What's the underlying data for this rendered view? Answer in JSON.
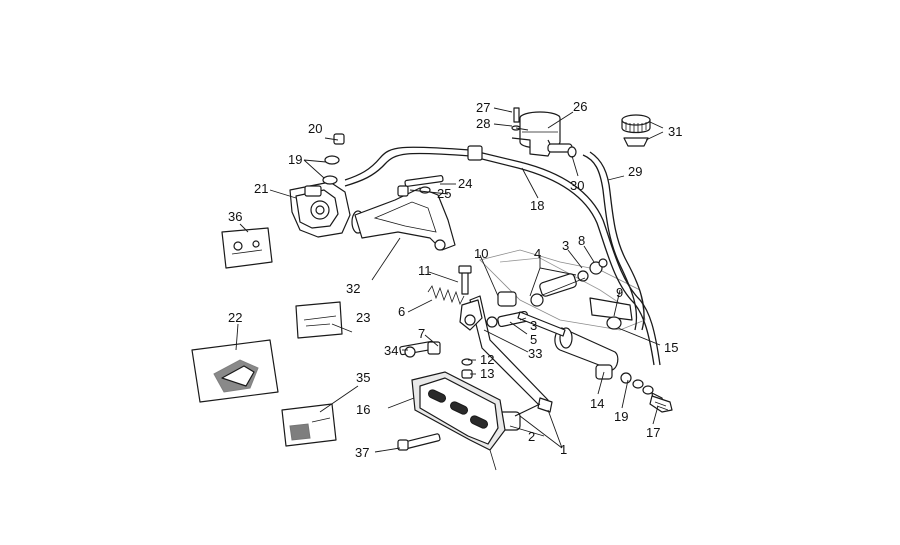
{
  "callouts": [
    {
      "id": "c1",
      "text": "1"
    },
    {
      "id": "c2",
      "text": "2"
    },
    {
      "id": "c3a",
      "text": "3"
    },
    {
      "id": "c3b",
      "text": "3"
    },
    {
      "id": "c4",
      "text": "4"
    },
    {
      "id": "c5",
      "text": "5"
    },
    {
      "id": "c6",
      "text": "6"
    },
    {
      "id": "c7",
      "text": "7"
    },
    {
      "id": "c8",
      "text": "8"
    },
    {
      "id": "c9",
      "text": "9"
    },
    {
      "id": "c10",
      "text": "10"
    },
    {
      "id": "c11",
      "text": "11"
    },
    {
      "id": "c12",
      "text": "12"
    },
    {
      "id": "c13",
      "text": "13"
    },
    {
      "id": "c14",
      "text": "14"
    },
    {
      "id": "c15",
      "text": "15"
    },
    {
      "id": "c16",
      "text": "16"
    },
    {
      "id": "c17",
      "text": "17"
    },
    {
      "id": "c18",
      "text": "18"
    },
    {
      "id": "c19a",
      "text": "19"
    },
    {
      "id": "c19b",
      "text": "19"
    },
    {
      "id": "c20",
      "text": "20"
    },
    {
      "id": "c21",
      "text": "21"
    },
    {
      "id": "c22",
      "text": "22"
    },
    {
      "id": "c23",
      "text": "23"
    },
    {
      "id": "c24",
      "text": "24"
    },
    {
      "id": "c25",
      "text": "25"
    },
    {
      "id": "c26",
      "text": "26"
    },
    {
      "id": "c27",
      "text": "27"
    },
    {
      "id": "c28",
      "text": "28"
    },
    {
      "id": "c29",
      "text": "29"
    },
    {
      "id": "c30",
      "text": "30"
    },
    {
      "id": "c31",
      "text": "31"
    },
    {
      "id": "c32",
      "text": "32"
    },
    {
      "id": "c33",
      "text": "33"
    },
    {
      "id": "c34",
      "text": "34"
    },
    {
      "id": "c35",
      "text": "35"
    },
    {
      "id": "c36",
      "text": "36"
    },
    {
      "id": "c37",
      "text": "37"
    }
  ]
}
